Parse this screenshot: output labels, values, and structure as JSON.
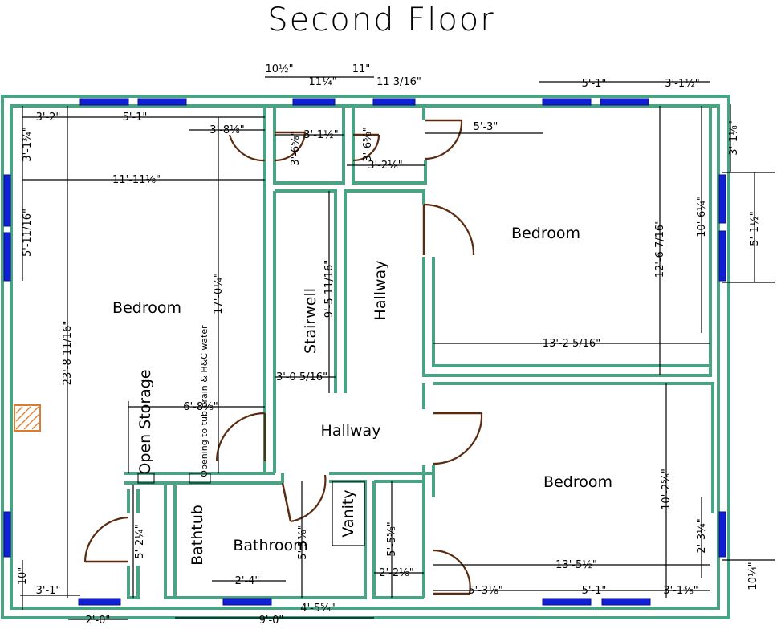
{
  "title": "Second Floor",
  "rooms": {
    "bedroom_left": "Bedroom",
    "bedroom_top_right": "Bedroom",
    "bedroom_bottom_right": "Bedroom",
    "stairwell": "Stairwell",
    "hallway_vertical": "Hallway",
    "hallway_center": "Hallway",
    "open_storage": "Open Storage",
    "bathroom": "Bathroom",
    "bathtub": "Bathtub",
    "vanity": "Vanity",
    "opening_note": "Opening to tub drain & H&C water"
  },
  "dimensions": {
    "d_10_half": "10½\"",
    "d_11_quarter": "11¼\"",
    "d_11_top": "11\"",
    "d_11_3_16": "11 3/16\"",
    "d_5_1_top_right": "5'-1\"",
    "d_3_1_half_top_right": "3'-1½\"",
    "d_3_2_top_left": "3'-2\"",
    "d_5_1_top_left": "5'-1\"",
    "d_3_8_eighth": "3'-8⅛\"",
    "d_3_1_half_closet": "3'-1½\"",
    "d_3_6_5_8": "3'-6⅝\"",
    "d_3_6_5_8_b": "3'-6⅝\"",
    "d_5_3": "5'-3\"",
    "d_3_2_eighth": "3'-2⅛\"",
    "d_3_1_eighth_right": "3'-1⅛\"",
    "d_3_1_3_4_left": "3'-1¾\"",
    "d_11_11_eighth": "11'-11⅛\"",
    "d_5_11_16_left": "5'-11/16\"",
    "d_12_6_7_16": "12'-6 7/16\"",
    "d_10_6_quarter": "10'-6¼\"",
    "d_5_1_half_right": "5'-1½\"",
    "d_17_0_quarter": "17'-0¼\"",
    "d_9_5_11_16": "9'-5 11/16\"",
    "d_23_8_11_16": "23'-8 11/16\"",
    "d_13_2_5_16": "13'-2 5/16\"",
    "d_3_0_5_16": "3'-0 5/16\"",
    "d_6_8_5_8": "6'-8⅝\"",
    "d_10_2_5_8": "10'-2⅝\"",
    "d_2_3_quarter": "2'-3¼\"",
    "d_5_2_quarter": "5'-2¼\"",
    "d_5_5_3_8_bath": "5'-5⅜\"",
    "d_5_5_5_8": "5'-5⅝\"",
    "d_13_5_half": "13'-5½\"",
    "d_2_2_eighth": "2'-2⅛\"",
    "d_10_quarter_right": "10¼\"",
    "d_10_left_bottom": "10\"",
    "d_3_1_bottom_left": "3'-1\"",
    "d_2_4": "2'-4\"",
    "d_5_3_eighth": "5'-3⅛\"",
    "d_5_1_bottom": "5'-1\"",
    "d_3_1_3_8_bottom": "3'-1⅜\"",
    "d_2_0_bottom": "2'-0\"",
    "d_9_0_bottom": "9'-0\"",
    "d_4_5_5_8": "4'-5⅝\""
  },
  "colors": {
    "wall": "#4aa383",
    "window": "#1020d6",
    "door": "#5a2b10",
    "chimney": "#e07a2a"
  }
}
